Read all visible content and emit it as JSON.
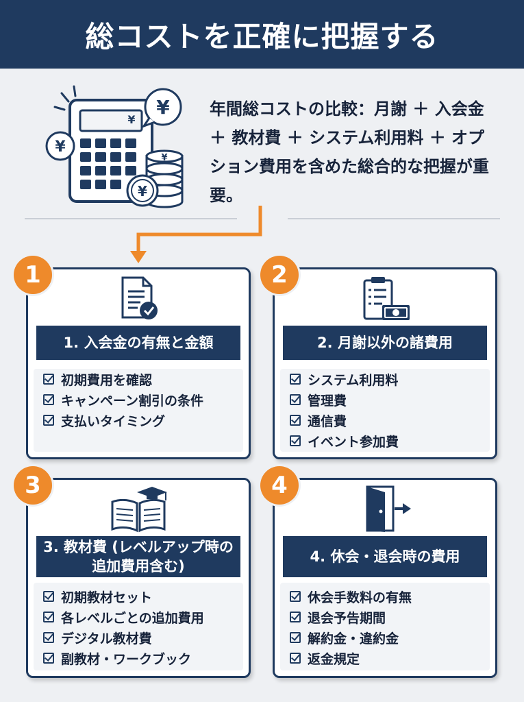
{
  "header": {
    "title": "総コストを正確に把握する"
  },
  "intro": {
    "text": "年間総コストの比較：月謝 ＋ 入会金 ＋ 教材費 ＋ システム利用料 ＋ オプション費用を含めた総合的な把握が重要。",
    "icon": "calculator-yen-icon"
  },
  "colors": {
    "navy": "#1f3a5f",
    "orange": "#ee8a2b",
    "background": "#eef0f3"
  },
  "cards": [
    {
      "number": "1",
      "icon": "document-check-icon",
      "title": "1. 入会金の有無と金額",
      "items": [
        "初期費用を確認",
        "キャンペーン割引の条件",
        "支払いタイミング"
      ]
    },
    {
      "number": "2",
      "icon": "clipboard-money-icon",
      "title": "2. 月謝以外の諸費用",
      "items": [
        "システム利用料",
        "管理費",
        "通信費",
        "イベント参加費"
      ]
    },
    {
      "number": "3",
      "icon": "book-graduation-icon",
      "title": "3. 教材費 (レベルアップ時の追加費用含む)",
      "items": [
        "初期教材セット",
        "各レベルごとの追加費用",
        "デジタル教材費",
        "副教材・ワークブック"
      ]
    },
    {
      "number": "4",
      "icon": "door-exit-icon",
      "title": "4. 休会・退会時の費用",
      "items": [
        "休会手数料の有無",
        "退会予告期間",
        "解約金・違約金",
        "返金規定"
      ]
    }
  ]
}
